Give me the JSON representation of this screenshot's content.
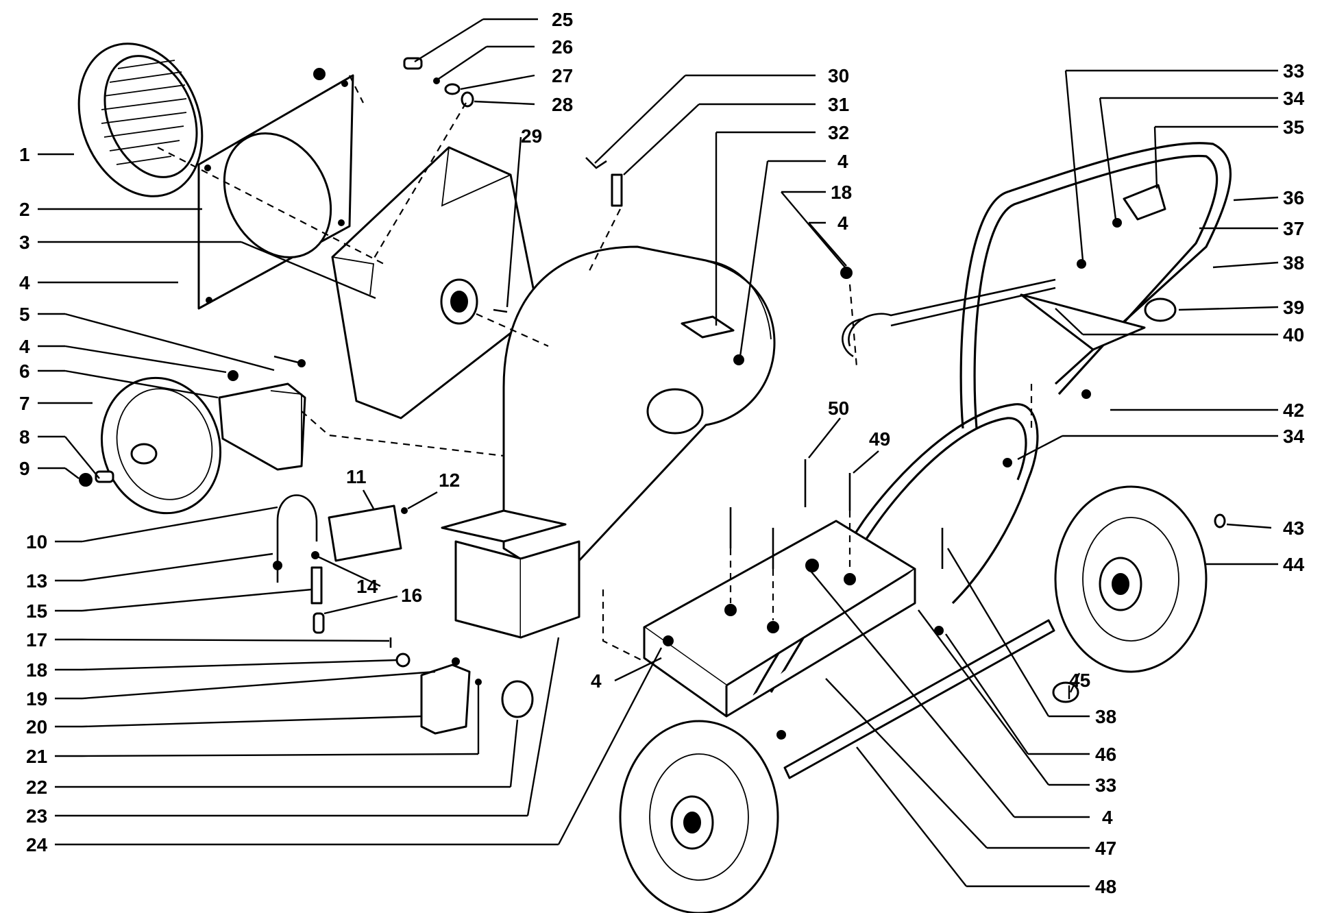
{
  "diagram": {
    "labels_left": [
      {
        "id": "l1",
        "text": "1"
      },
      {
        "id": "l2",
        "text": "2"
      },
      {
        "id": "l3",
        "text": "3"
      },
      {
        "id": "l4a",
        "text": "4"
      },
      {
        "id": "l5",
        "text": "5"
      },
      {
        "id": "l4b",
        "text": "4"
      },
      {
        "id": "l6",
        "text": "6"
      },
      {
        "id": "l7",
        "text": "7"
      },
      {
        "id": "l8",
        "text": "8"
      },
      {
        "id": "l9",
        "text": "9"
      },
      {
        "id": "l10",
        "text": "10"
      },
      {
        "id": "l13",
        "text": "13"
      },
      {
        "id": "l15",
        "text": "15"
      },
      {
        "id": "l17",
        "text": "17"
      },
      {
        "id": "l18a",
        "text": "18"
      },
      {
        "id": "l19",
        "text": "19"
      },
      {
        "id": "l20",
        "text": "20"
      },
      {
        "id": "l21",
        "text": "21"
      },
      {
        "id": "l22",
        "text": "22"
      },
      {
        "id": "l23",
        "text": "23"
      },
      {
        "id": "l24",
        "text": "24"
      }
    ],
    "labels_inner": [
      {
        "id": "l11",
        "text": "11"
      },
      {
        "id": "l12",
        "text": "12"
      },
      {
        "id": "l14",
        "text": "14"
      },
      {
        "id": "l16",
        "text": "16"
      },
      {
        "id": "l4c",
        "text": "4"
      },
      {
        "id": "l50",
        "text": "50"
      },
      {
        "id": "l49",
        "text": "49"
      }
    ],
    "labels_top": [
      {
        "id": "l25",
        "text": "25"
      },
      {
        "id": "l26",
        "text": "26"
      },
      {
        "id": "l27",
        "text": "27"
      },
      {
        "id": "l28",
        "text": "28"
      },
      {
        "id": "l29",
        "text": "29"
      },
      {
        "id": "l30",
        "text": "30"
      },
      {
        "id": "l31",
        "text": "31"
      },
      {
        "id": "l32",
        "text": "32"
      },
      {
        "id": "l4d",
        "text": "4"
      },
      {
        "id": "l18b",
        "text": "18"
      },
      {
        "id": "l4e",
        "text": "4"
      }
    ],
    "labels_right": [
      {
        "id": "l33a",
        "text": "33"
      },
      {
        "id": "l34a",
        "text": "34"
      },
      {
        "id": "l35",
        "text": "35"
      },
      {
        "id": "l36",
        "text": "36"
      },
      {
        "id": "l37",
        "text": "37"
      },
      {
        "id": "l38a",
        "text": "38"
      },
      {
        "id": "l39",
        "text": "39"
      },
      {
        "id": "l40",
        "text": "40"
      },
      {
        "id": "l42",
        "text": "42"
      },
      {
        "id": "l34b",
        "text": "34"
      },
      {
        "id": "l43",
        "text": "43"
      },
      {
        "id": "l44",
        "text": "44"
      },
      {
        "id": "l45",
        "text": "45"
      },
      {
        "id": "l38b",
        "text": "38"
      },
      {
        "id": "l46",
        "text": "46"
      },
      {
        "id": "l33b",
        "text": "33"
      },
      {
        "id": "l4f",
        "text": "4"
      },
      {
        "id": "l47",
        "text": "47"
      },
      {
        "id": "l48",
        "text": "48"
      }
    ]
  }
}
